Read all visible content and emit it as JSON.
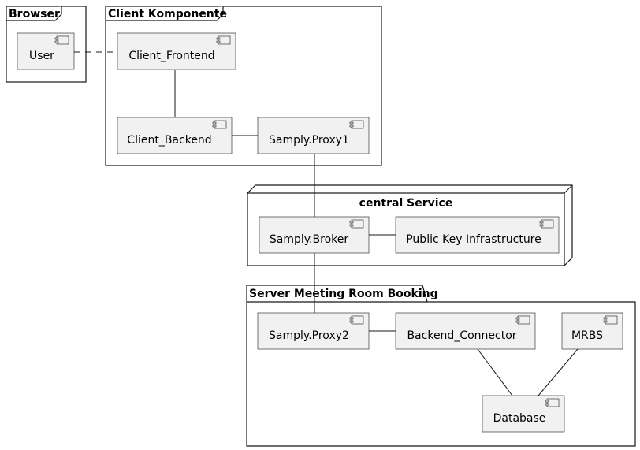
{
  "containers": {
    "browser": "Browser",
    "client": "Client Komponente",
    "central": "central Service",
    "server": "Server Meeting Room Booking"
  },
  "components": {
    "user": "User",
    "client_frontend": "Client_Frontend",
    "client_backend": "Client_Backend",
    "proxy1": "Samply.Proxy1",
    "broker": "Samply.Broker",
    "pki": "Public Key Infrastructure",
    "proxy2": "Samply.Proxy2",
    "backend_connector": "Backend_Connector",
    "mrbs": "MRBS",
    "database": "Database"
  }
}
